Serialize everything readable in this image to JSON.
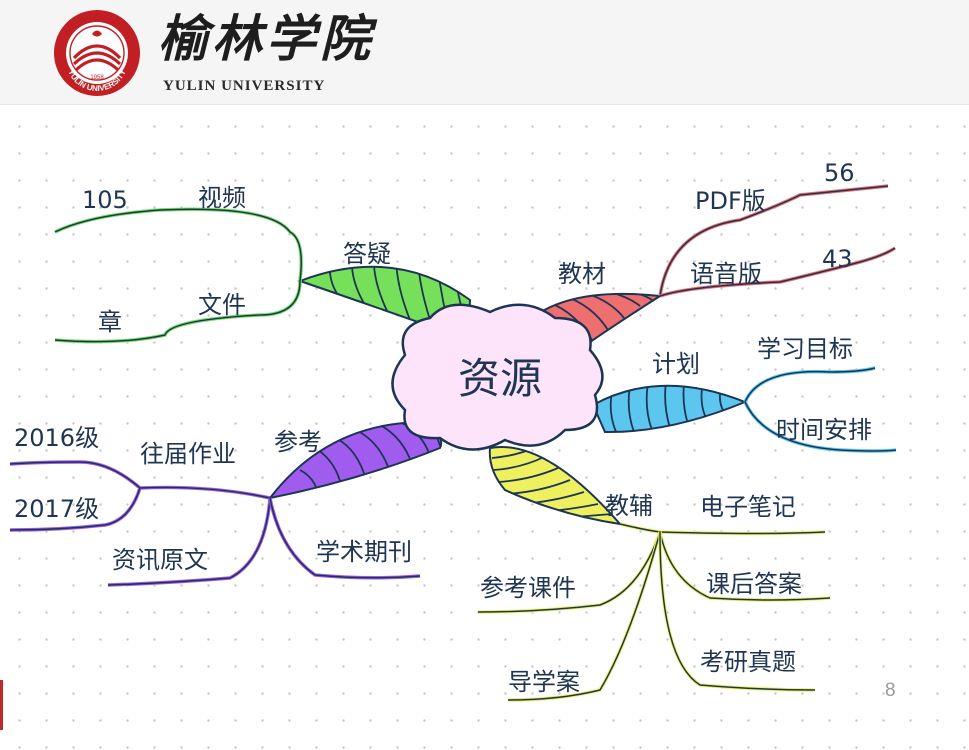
{
  "header": {
    "institution_name_cn": "榆林学院",
    "institution_name_en": "YULIN UNIVERSITY",
    "seal_founding_year": "1958"
  },
  "mindmap": {
    "center": "资源",
    "branches": [
      {
        "label": "答疑",
        "color": "#77e05a",
        "children": [
          {
            "label": "视频",
            "leaf_note": "105"
          },
          {
            "label": "文件",
            "leaf_note": "章"
          }
        ]
      },
      {
        "label": "教材",
        "color": "#ee6f6f",
        "children": [
          {
            "label": "PDF版",
            "leaf_note": "56"
          },
          {
            "label": "语音版",
            "leaf_note": "43"
          }
        ]
      },
      {
        "label": "计划",
        "color": "#5cc6ef",
        "children": [
          {
            "label": "学习目标"
          },
          {
            "label": "时间安排"
          }
        ]
      },
      {
        "label": "参考",
        "color": "#a05cef",
        "children": [
          {
            "label": "往届作业",
            "sub": [
              "2016级",
              "2017级"
            ]
          },
          {
            "label": "资讯原文"
          },
          {
            "label": "学术期刊"
          }
        ]
      },
      {
        "label": "教辅",
        "color": "#eef060",
        "children": [
          {
            "label": "电子笔记"
          },
          {
            "label": "参考课件"
          },
          {
            "label": "课后答案"
          },
          {
            "label": "导学案"
          },
          {
            "label": "考研真题"
          }
        ]
      }
    ]
  },
  "page_number": "8"
}
